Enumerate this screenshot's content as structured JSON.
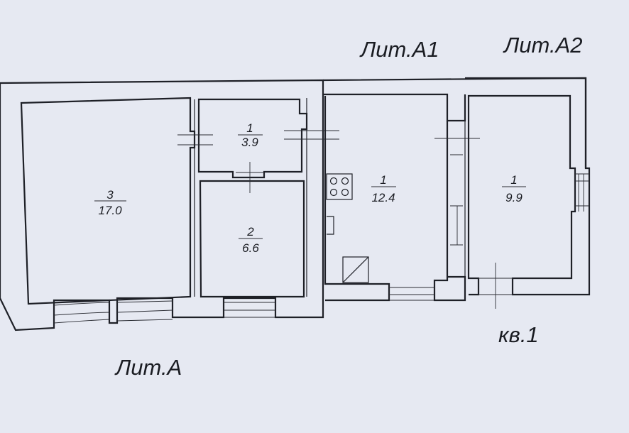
{
  "labels": {
    "lit_a": "Лит.А",
    "lit_a1": "Лит.А1",
    "lit_a2": "Лит.А2",
    "apartment": "кв.1"
  },
  "rooms": [
    {
      "number": "3",
      "area": "17.0"
    },
    {
      "number": "1",
      "area": "3.9"
    },
    {
      "number": "2",
      "area": "6.6"
    },
    {
      "number": "1",
      "area": "12.4"
    },
    {
      "number": "1",
      "area": "9.9"
    }
  ],
  "colors": {
    "background": "#e6e9f2",
    "line": "#1e2027",
    "text": "#1a1c22"
  },
  "icons": [
    "stove-icon",
    "sink-icon",
    "boiler-icon"
  ]
}
